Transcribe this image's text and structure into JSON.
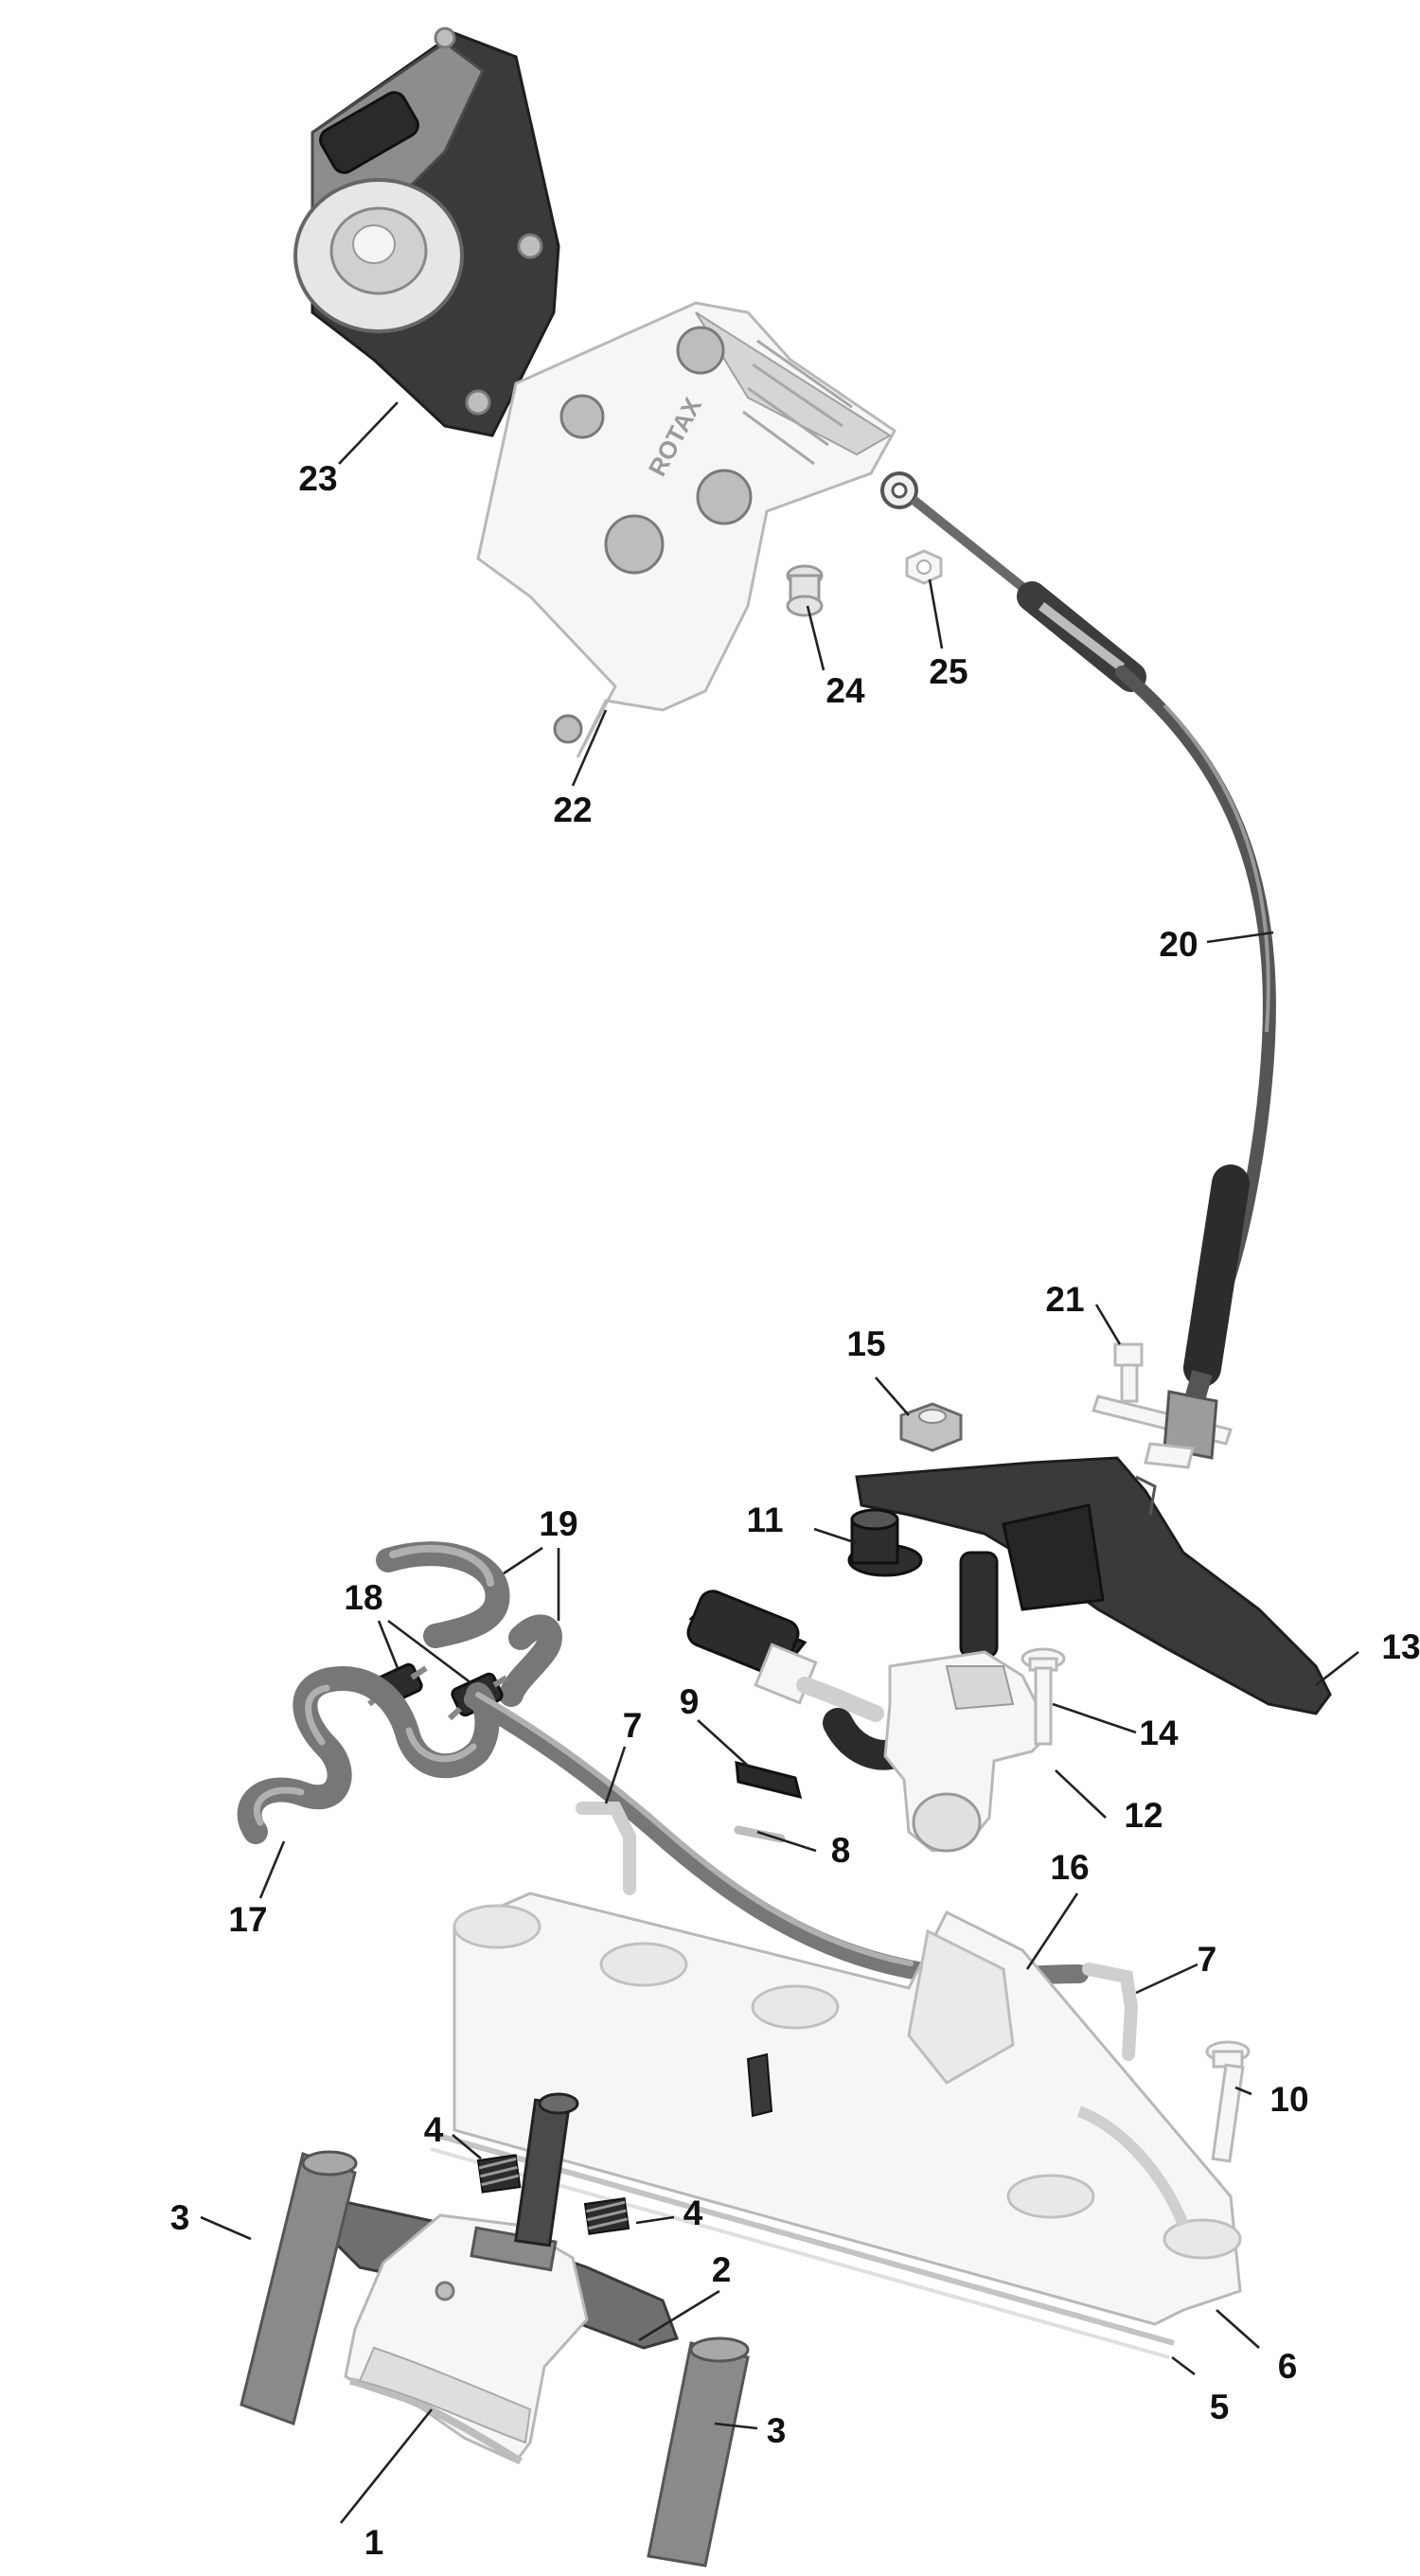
{
  "diagram": {
    "callouts": [
      {
        "id": "c1",
        "label": "1"
      },
      {
        "id": "c2",
        "label": "2"
      },
      {
        "id": "c3a",
        "label": "3"
      },
      {
        "id": "c3b",
        "label": "3"
      },
      {
        "id": "c4a",
        "label": "4"
      },
      {
        "id": "c4b",
        "label": "4"
      },
      {
        "id": "c5",
        "label": "5"
      },
      {
        "id": "c6",
        "label": "6"
      },
      {
        "id": "c7a",
        "label": "7"
      },
      {
        "id": "c7b",
        "label": "7"
      },
      {
        "id": "c8",
        "label": "8"
      },
      {
        "id": "c9",
        "label": "9"
      },
      {
        "id": "c10",
        "label": "10"
      },
      {
        "id": "c11",
        "label": "11"
      },
      {
        "id": "c12",
        "label": "12"
      },
      {
        "id": "c13",
        "label": "13"
      },
      {
        "id": "c14",
        "label": "14"
      },
      {
        "id": "c15",
        "label": "15"
      },
      {
        "id": "c16",
        "label": "16"
      },
      {
        "id": "c17",
        "label": "17"
      },
      {
        "id": "c18",
        "label": "18"
      },
      {
        "id": "c19",
        "label": "19"
      },
      {
        "id": "c20",
        "label": "20"
      },
      {
        "id": "c21",
        "label": "21"
      },
      {
        "id": "c22",
        "label": "22"
      },
      {
        "id": "c23",
        "label": "23"
      },
      {
        "id": "c24",
        "label": "24"
      },
      {
        "id": "c25",
        "label": "25"
      }
    ],
    "bracket_markings": {
      "brand": "ROTAX"
    }
  }
}
